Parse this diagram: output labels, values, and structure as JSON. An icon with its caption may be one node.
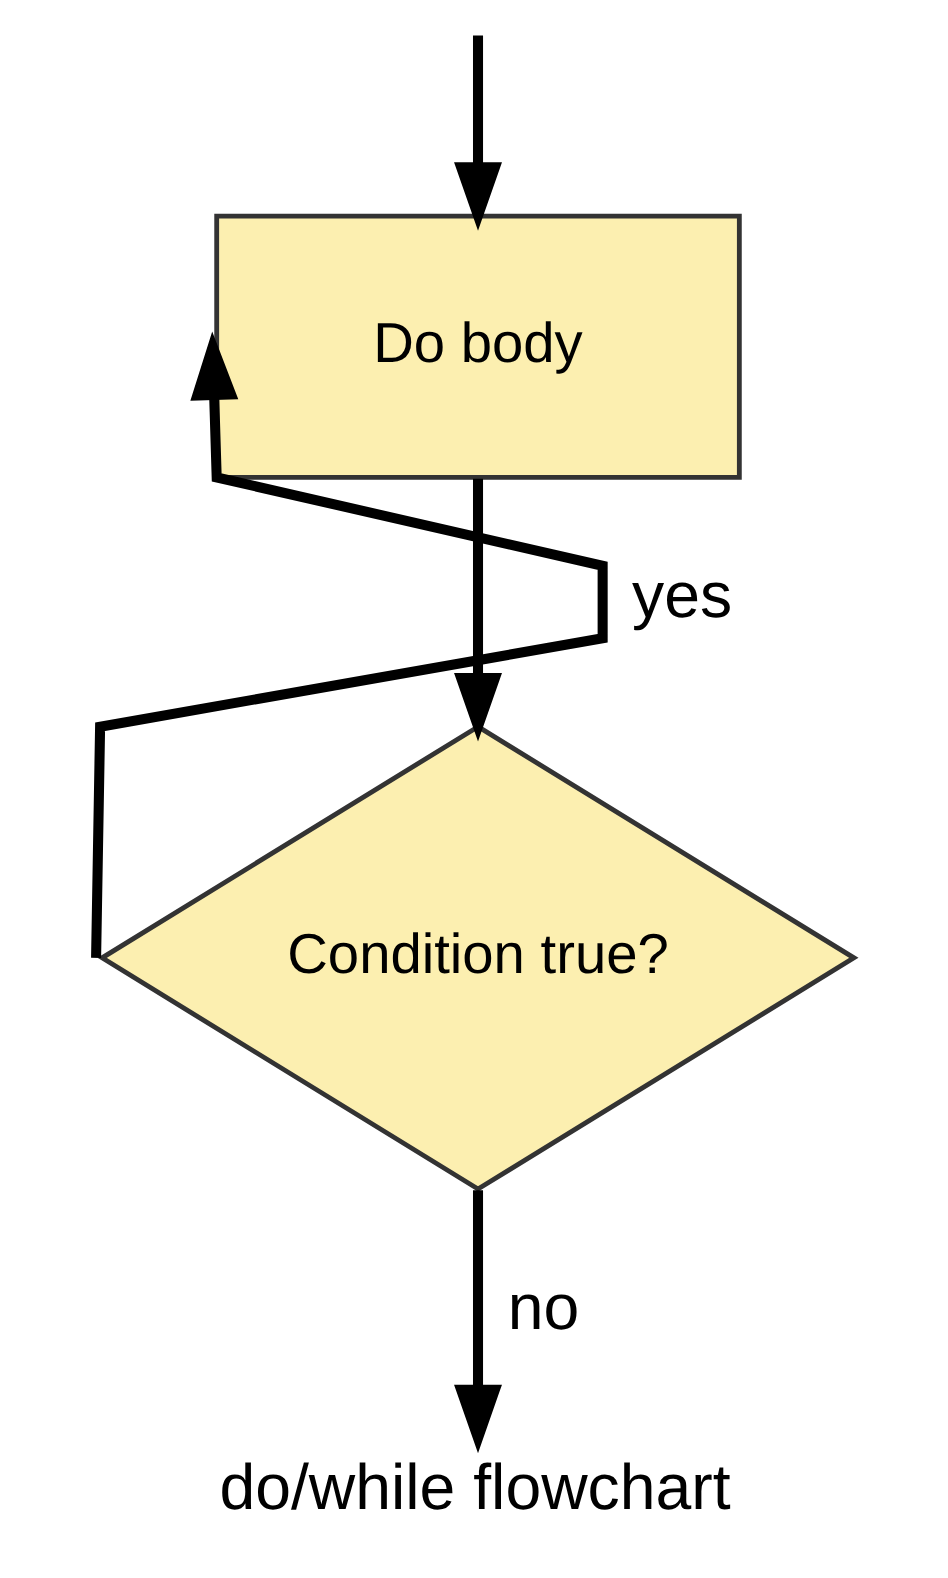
{
  "diagram": {
    "caption": "do/while flowchart",
    "nodes": [
      {
        "text": [
          "Do body"
        ]
      },
      {
        "text": [
          "Condition true?"
        ]
      }
    ],
    "edges": [
      {
        "from": null,
        "to": 0,
        "arrow": "to"
      },
      {
        "from": 0,
        "to": 1,
        "arrow": "to"
      },
      {
        "from": 1,
        "to": 0,
        "arrow": "to",
        "label": "yes"
      },
      {
        "from": 1,
        "to": null,
        "arrow": "to",
        "label": "no"
      }
    ]
  }
}
